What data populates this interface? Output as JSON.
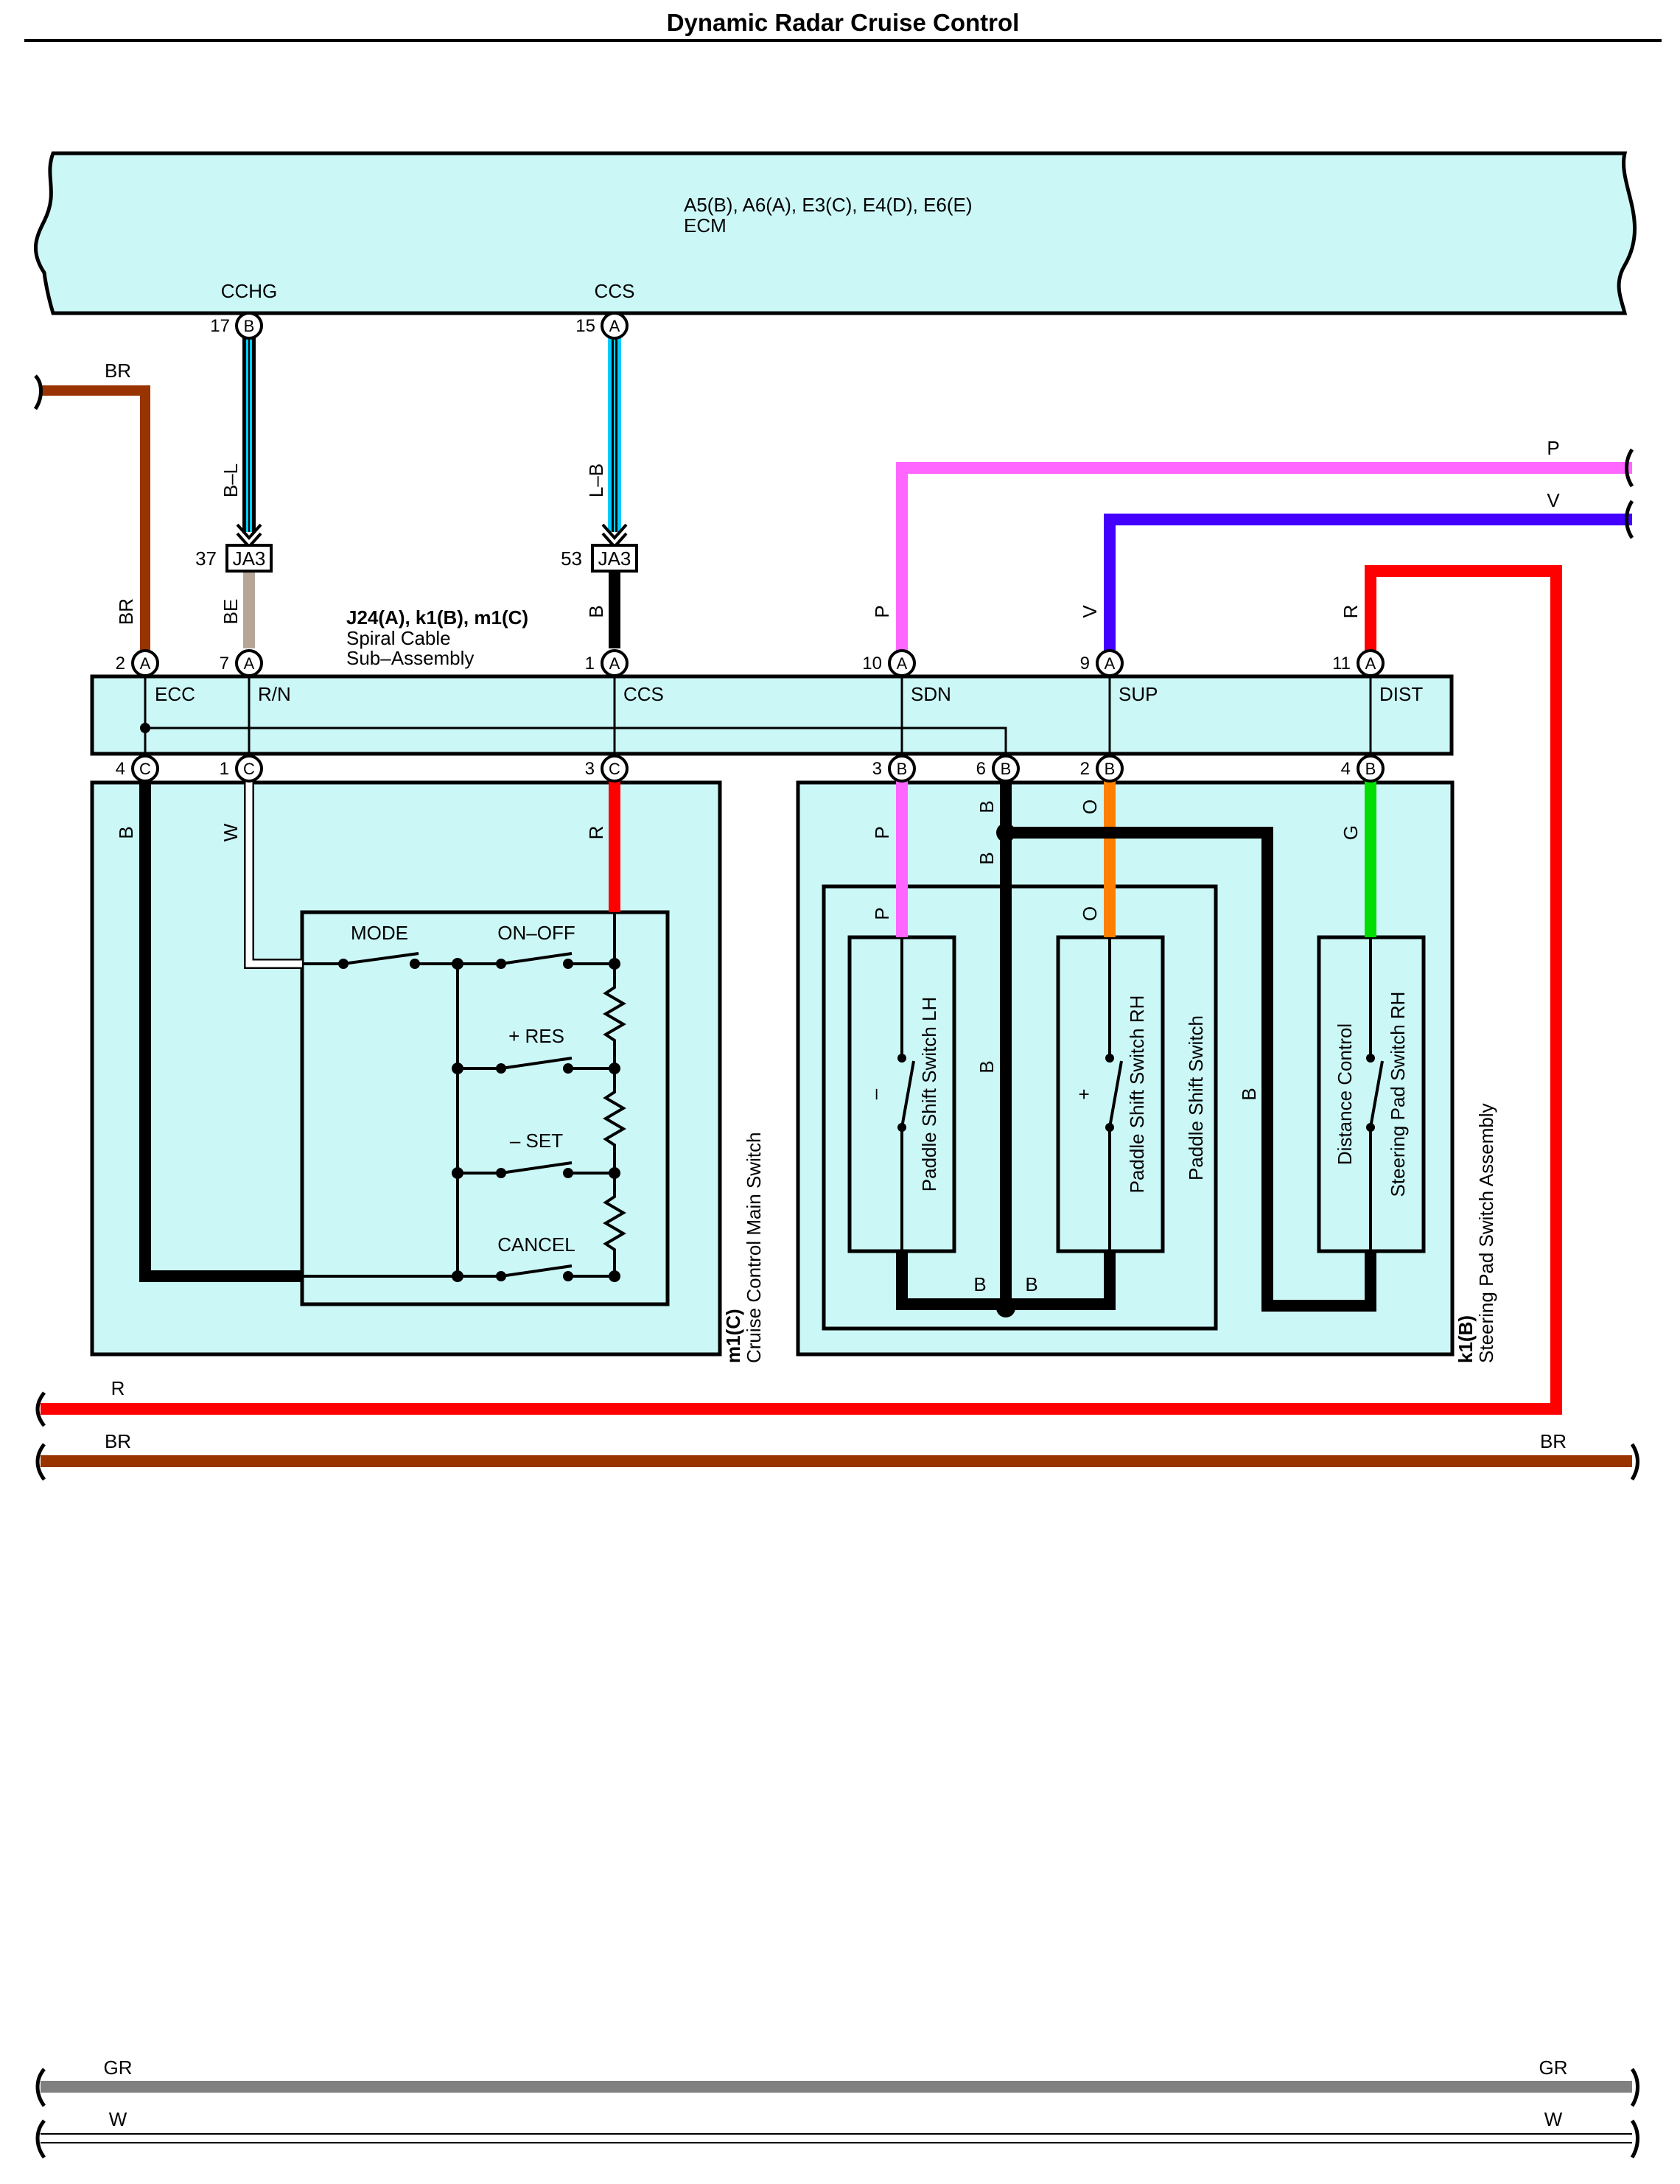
{
  "title": "Dynamic Radar Cruise Control",
  "colors": {
    "BR": "#993300",
    "R": "#ff0000",
    "P": "#ff66ff",
    "V": "#4400ff",
    "B": "#000000",
    "W": "#ffffff",
    "GR": "#808080",
    "O": "#ff8000",
    "G": "#00dd00",
    "BE": "#b5a698",
    "L": "#00ccff",
    "fill": "#ccf7f7"
  },
  "ecm": {
    "connectors": "A5(B), A6(A), E3(C), E4(D), E6(E)",
    "name": "ECM",
    "terminals": [
      {
        "name": "CCHG",
        "pin": "17",
        "conn": "B",
        "wire": "B–L"
      },
      {
        "name": "CCS",
        "pin": "15",
        "conn": "A",
        "wire": "L–B"
      }
    ]
  },
  "junctions": [
    {
      "pin": "37",
      "id": "JA3",
      "wire_out": "BE"
    },
    {
      "pin": "53",
      "id": "JA3",
      "wire_out": "B"
    }
  ],
  "spiral": {
    "connectors": "J24(A), k1(B), m1(C)",
    "name1": "Spiral Cable",
    "name2": "Sub–Assembly",
    "top_pins": [
      {
        "pin": "2",
        "conn": "A",
        "name": "ECC",
        "wire": "BR"
      },
      {
        "pin": "7",
        "conn": "A",
        "name": "R/N",
        "wire": "BE"
      },
      {
        "pin": "1",
        "conn": "A",
        "name": "CCS",
        "wire": "B"
      },
      {
        "pin": "10",
        "conn": "A",
        "name": "SDN",
        "wire": "P"
      },
      {
        "pin": "9",
        "conn": "A",
        "name": "SUP",
        "wire": "V"
      },
      {
        "pin": "11",
        "conn": "A",
        "name": "DIST",
        "wire": "R"
      }
    ],
    "bottom_pins": [
      {
        "pin": "4",
        "conn": "C",
        "wire": "B"
      },
      {
        "pin": "1",
        "conn": "C",
        "wire": "W"
      },
      {
        "pin": "3",
        "conn": "C",
        "wire": "R"
      },
      {
        "pin": "3",
        "conn": "B",
        "wire": "P"
      },
      {
        "pin": "6",
        "conn": "B",
        "wire": "B"
      },
      {
        "pin": "2",
        "conn": "B",
        "wire": "O"
      },
      {
        "pin": "4",
        "conn": "B",
        "wire": "G"
      }
    ]
  },
  "main_switch": {
    "connector": "m1(C)",
    "name": "Cruise Control Main Switch",
    "switches": [
      "MODE",
      "ON–OFF",
      "+ RES",
      "– SET",
      "CANCEL"
    ]
  },
  "steering_pad": {
    "connector": "k1(B)",
    "name": "Steering Pad Switch Assembly",
    "paddle_group": "Paddle Shift Switch",
    "paddle_lh": {
      "label": "Paddle Shift Switch LH",
      "sign": "–"
    },
    "paddle_rh": {
      "label": "Paddle Shift Switch RH",
      "sign": "+"
    },
    "distance": {
      "label1": "Distance Control",
      "label2": "Steering Pad Switch RH"
    },
    "internal_wires": [
      "P",
      "O",
      "G",
      "B",
      "B",
      "B",
      "B",
      "B",
      "B",
      "B"
    ]
  },
  "external_wires": {
    "left_top": "BR",
    "right_p": "P",
    "right_v": "V",
    "red_loop": "R",
    "bottom": [
      {
        "left": "R",
        "right": ""
      },
      {
        "left": "BR",
        "right": "BR"
      },
      {
        "left": "GR",
        "right": "GR"
      },
      {
        "left": "W",
        "right": "W"
      }
    ]
  }
}
